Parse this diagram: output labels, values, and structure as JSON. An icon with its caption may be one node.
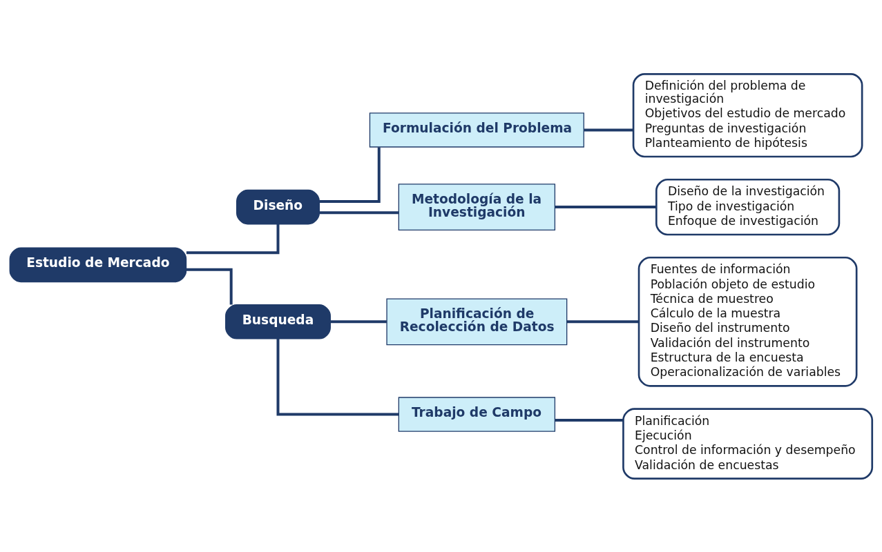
{
  "diagram": {
    "nodes": [
      {
        "text": [
          "Estudio de Mercado"
        ]
      },
      {
        "text": [
          "Diseño"
        ]
      },
      {
        "text": [
          "Formulación del Problema"
        ]
      },
      {
        "text": [
          "Definición del problema de investigación",
          "Objetivos del estudio de mercado",
          "Preguntas de investigación",
          "Planteamiento de hipótesis"
        ]
      },
      {
        "text": [
          "Metodología de la Investigación"
        ]
      },
      {
        "text": [
          "Diseño de la investigación",
          "Tipo de investigación",
          "Enfoque de investigación"
        ]
      },
      {
        "text": [
          "Busqueda"
        ]
      },
      {
        "text": [
          "Planificación de Recolección de Datos"
        ]
      },
      {
        "text": [
          "Fuentes de información",
          "Población objeto de estudio",
          "Técnica de muestreo",
          "Cálculo de la muestra",
          "Diseño del instrumento",
          "Validación del instrumento",
          "Estructura de la encuesta",
          "Operacionalización de variables"
        ]
      },
      {
        "text": [
          "Trabajo de Campo"
        ]
      },
      {
        "text": [
          "Planificación",
          "Ejecución",
          "Control de información y desempeño",
          "Validación de encuestas"
        ]
      }
    ],
    "edges": [
      {
        "from": 0,
        "to": 1,
        "arrow": "none"
      },
      {
        "from": 0,
        "to": 6,
        "arrow": "none"
      },
      {
        "from": 1,
        "to": 2,
        "arrow": "none"
      },
      {
        "from": 1,
        "to": 4,
        "arrow": "none"
      },
      {
        "from": 2,
        "to": 3,
        "arrow": "none"
      },
      {
        "from": 4,
        "to": 5,
        "arrow": "none"
      },
      {
        "from": 6,
        "to": 7,
        "arrow": "none"
      },
      {
        "from": 6,
        "to": 9,
        "arrow": "none"
      },
      {
        "from": 7,
        "to": 8,
        "arrow": "none"
      },
      {
        "from": 9,
        "to": 10,
        "arrow": "none"
      }
    ]
  }
}
